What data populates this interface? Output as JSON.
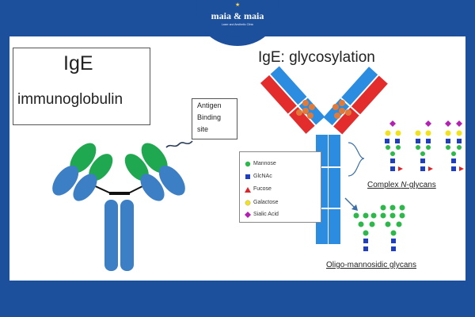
{
  "left_panel": {
    "title_main": "IgE",
    "title_sub": "immunoglobulin",
    "antigen_label": [
      "Antigen",
      "Binding",
      "site"
    ]
  },
  "right_panel": {
    "title": "IgE: glycosylation",
    "legend": [
      {
        "label": "Mannose",
        "symbol": "circle",
        "color": "#2eb84b"
      },
      {
        "label": "GlcNAc",
        "symbol": "square",
        "color": "#1f3fbf"
      },
      {
        "label": "Fucose",
        "symbol": "triangle",
        "color": "#d9262b"
      },
      {
        "label": "Galactose",
        "symbol": "circle",
        "color": "#f2e21b"
      },
      {
        "label": "Sialic Acid",
        "symbol": "diamond",
        "color": "#b321b3"
      }
    ],
    "complex_label_pre": "Complex ",
    "complex_label_italic": "N",
    "complex_label_post": "-glycans",
    "oligo_label": "Oligo-mannosidic glycans"
  },
  "logo": {
    "text": "maia & maia",
    "tagline": "Laser and Aesthetic Clinic"
  },
  "colors": {
    "frame": "#1c4f9c",
    "constant": "#3d7fc4",
    "variable_green": "#1fa84f",
    "variable_red": "#e32d2d",
    "heavy_blue": "#2c8de0",
    "glycan_orange": "#e07a3a"
  }
}
